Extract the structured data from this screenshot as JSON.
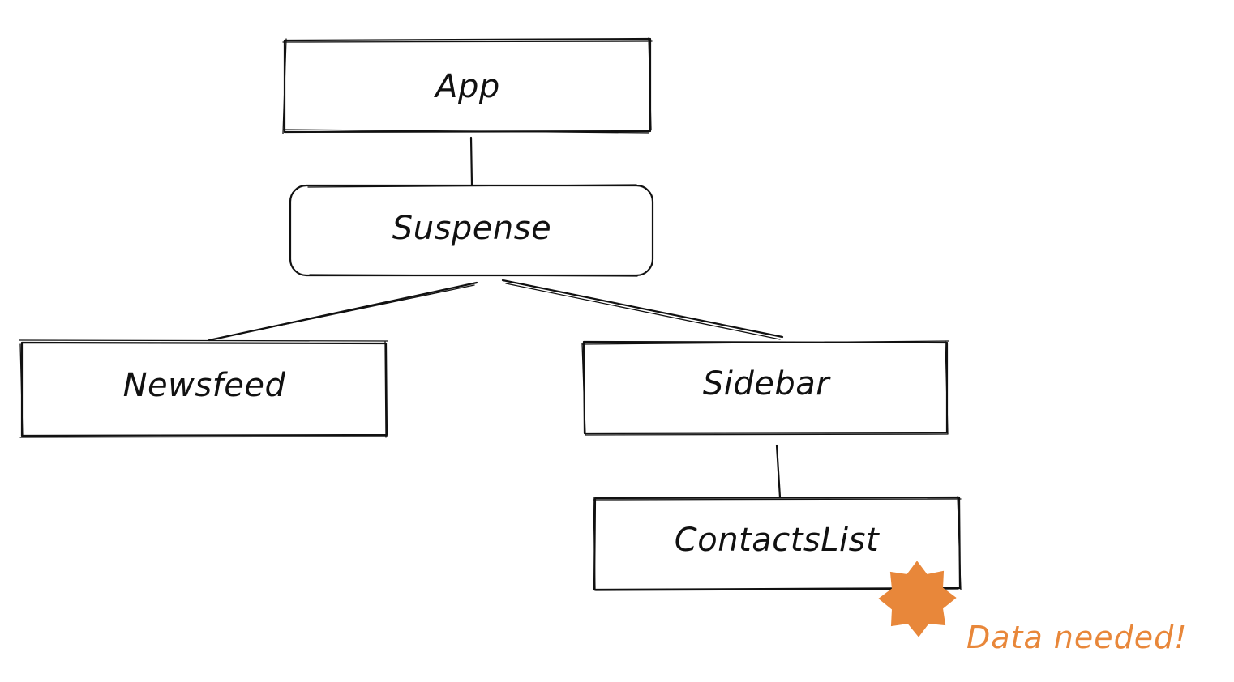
{
  "nodes": {
    "app": {
      "label": "App"
    },
    "suspense": {
      "label": "Suspense"
    },
    "newsfeed": {
      "label": "Newsfeed"
    },
    "sidebar": {
      "label": "Sidebar"
    },
    "contacts_list": {
      "label": "ContactsList"
    }
  },
  "callout": {
    "label": "Data needed!",
    "color": "#E8873A"
  },
  "edges": [
    {
      "from": "App",
      "to": "Suspense"
    },
    {
      "from": "Suspense",
      "to": "Newsfeed"
    },
    {
      "from": "Suspense",
      "to": "Sidebar"
    },
    {
      "from": "Sidebar",
      "to": "ContactsList"
    }
  ],
  "colors": {
    "stroke": "#111111",
    "background": "#ffffff",
    "accent": "#E8873A"
  }
}
